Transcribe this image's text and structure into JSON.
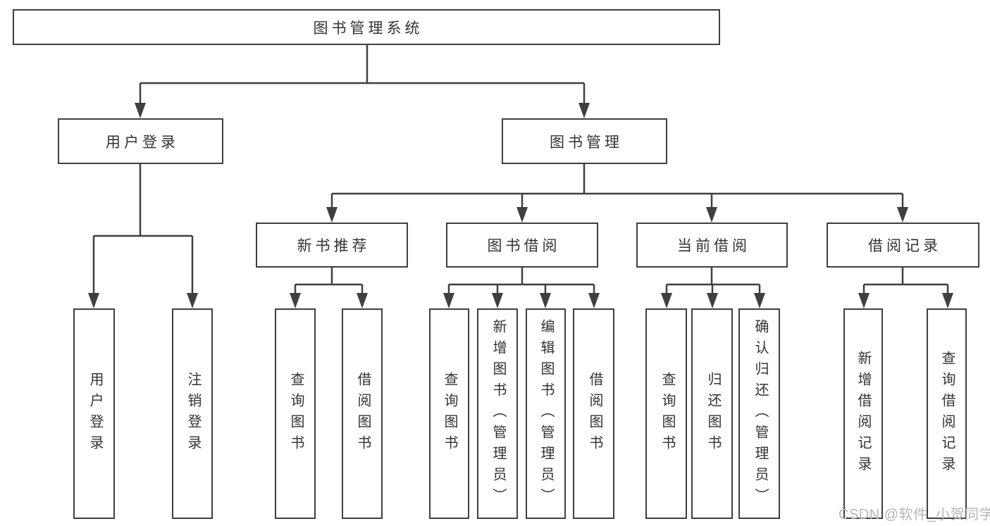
{
  "watermark": {
    "text": "CSDN @软件_小贺同学"
  },
  "tree": {
    "root": {
      "label": "图书管理系统"
    },
    "branches": [
      {
        "label": "用户登录",
        "children": [
          {
            "label": "用户登录"
          },
          {
            "label": "注销登录"
          }
        ]
      },
      {
        "label": "图书管理",
        "children": [
          {
            "label": "新书推荐",
            "children": [
              {
                "label": "查询图书"
              },
              {
                "label": "借阅图书"
              }
            ]
          },
          {
            "label": "图书借阅",
            "children": [
              {
                "label": "查询图书"
              },
              {
                "label": "新增图书（管理员）"
              },
              {
                "label": "编辑图书（管理员）"
              },
              {
                "label": "借阅图书"
              }
            ]
          },
          {
            "label": "当前借阅",
            "children": [
              {
                "label": "查询图书"
              },
              {
                "label": "归还图书"
              },
              {
                "label": "确认归还（管理员）"
              }
            ]
          },
          {
            "label": "借阅记录",
            "children": [
              {
                "label": "新增借阅记录"
              },
              {
                "label": "查询借阅记录"
              }
            ]
          }
        ]
      }
    ]
  },
  "colors": {
    "line": "#3f3f3f",
    "text": "#333333",
    "watermark": "#b6b6b6",
    "background": "#ffffff"
  }
}
